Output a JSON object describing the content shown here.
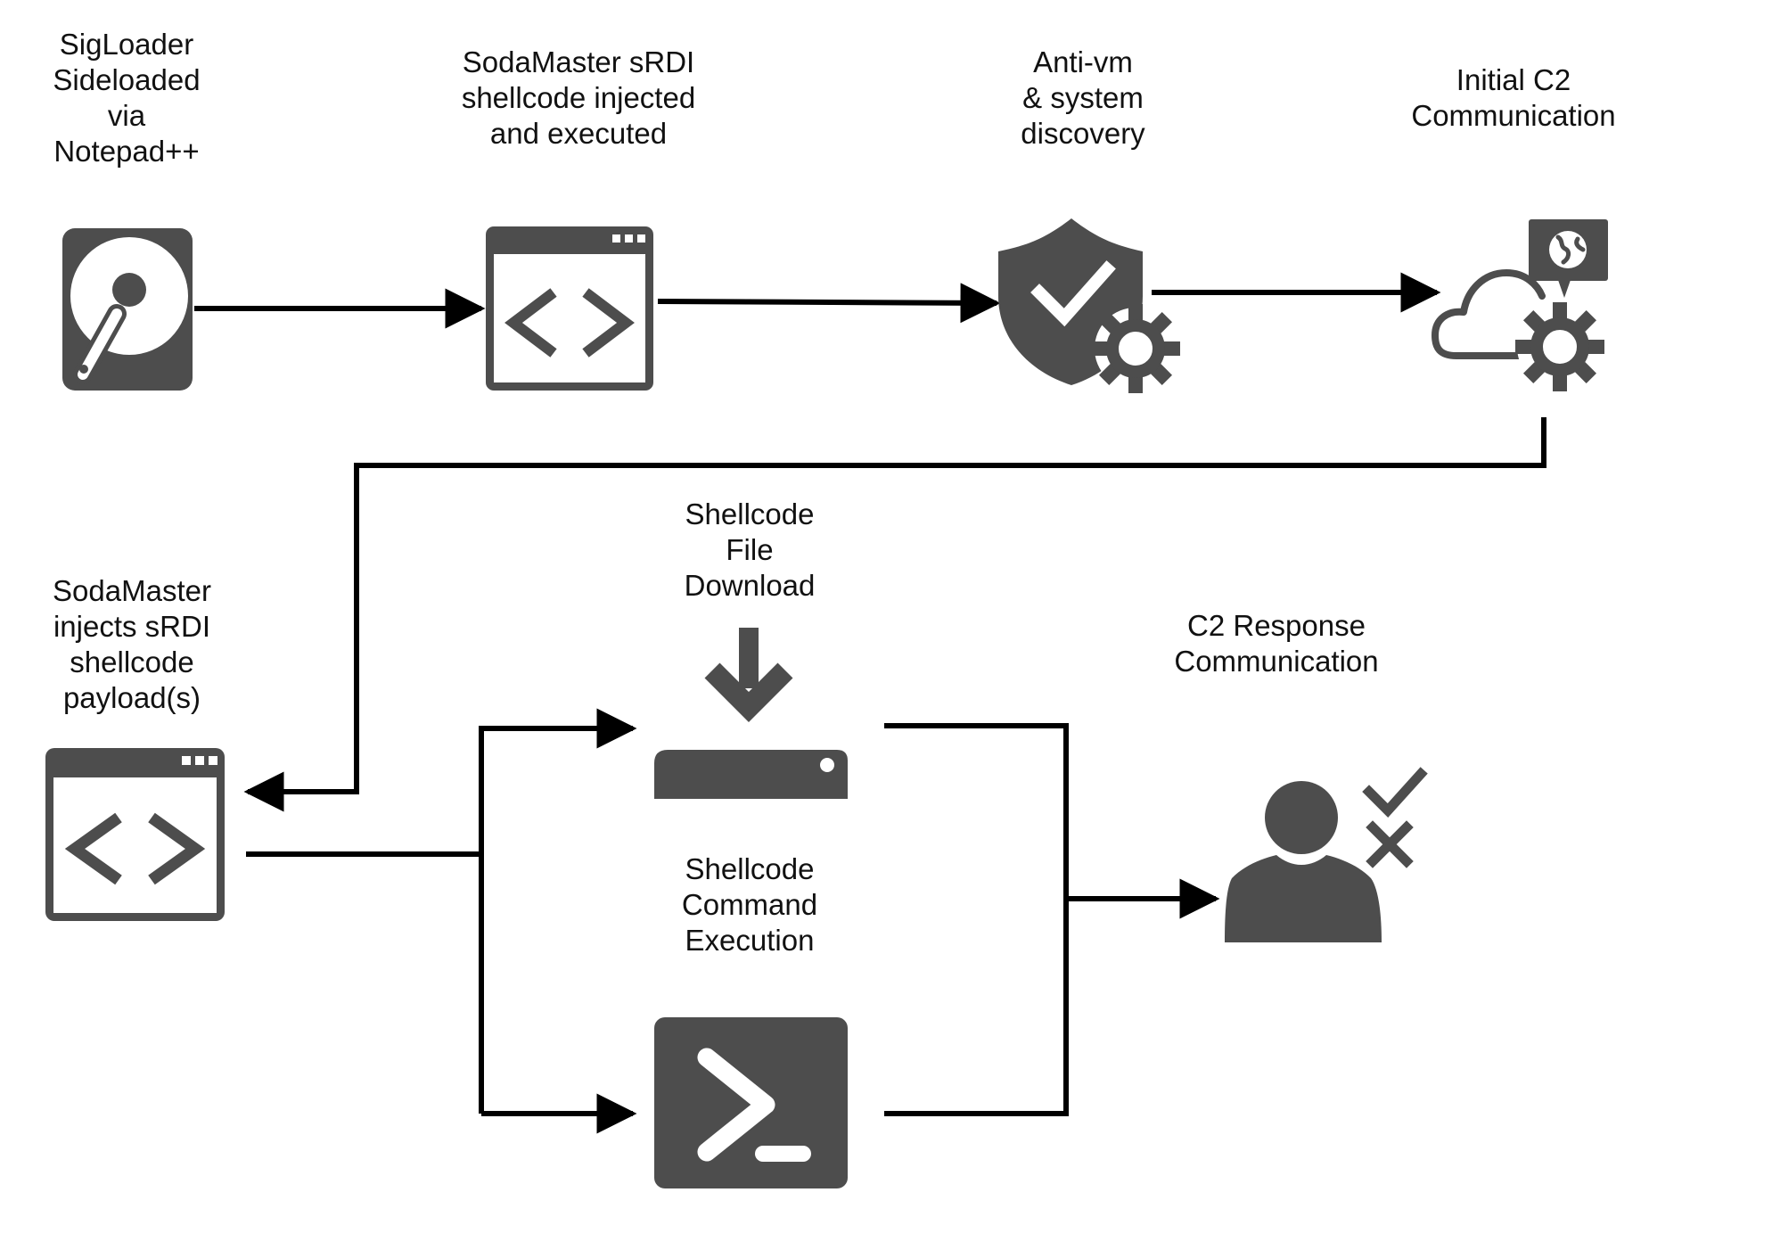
{
  "colors": {
    "icon": "#4d4d4d",
    "arrow": "#000000",
    "background": "#ffffff"
  },
  "steps": [
    {
      "id": "sigloader",
      "icon": "hard-drive-icon",
      "label": [
        "SigLoader",
        "Sideloaded",
        "via",
        "Notepad++"
      ]
    },
    {
      "id": "sodamaster-injected",
      "icon": "code-window-icon",
      "label": [
        "SodaMaster sRDI",
        "shellcode injected",
        "and executed"
      ]
    },
    {
      "id": "anti-vm",
      "icon": "shield-gear-icon",
      "label": [
        "Anti-vm",
        "& system",
        "discovery"
      ]
    },
    {
      "id": "initial-c2",
      "icon": "cloud-gear-globe-icon",
      "label": [
        "Initial C2",
        "Communication"
      ]
    },
    {
      "id": "sodamaster-injects",
      "icon": "code-window-icon",
      "label": [
        "SodaMaster",
        "injects sRDI",
        "shellcode",
        "payload(s)"
      ]
    },
    {
      "id": "file-download",
      "icon": "download-server-icon",
      "label": [
        "Shellcode",
        "File",
        "Download"
      ]
    },
    {
      "id": "command-execution",
      "icon": "terminal-icon",
      "label": [
        "Shellcode",
        "Command",
        "Execution"
      ]
    },
    {
      "id": "c2-response",
      "icon": "user-check-cross-icon",
      "label": [
        "C2 Response",
        "Communication"
      ]
    }
  ]
}
